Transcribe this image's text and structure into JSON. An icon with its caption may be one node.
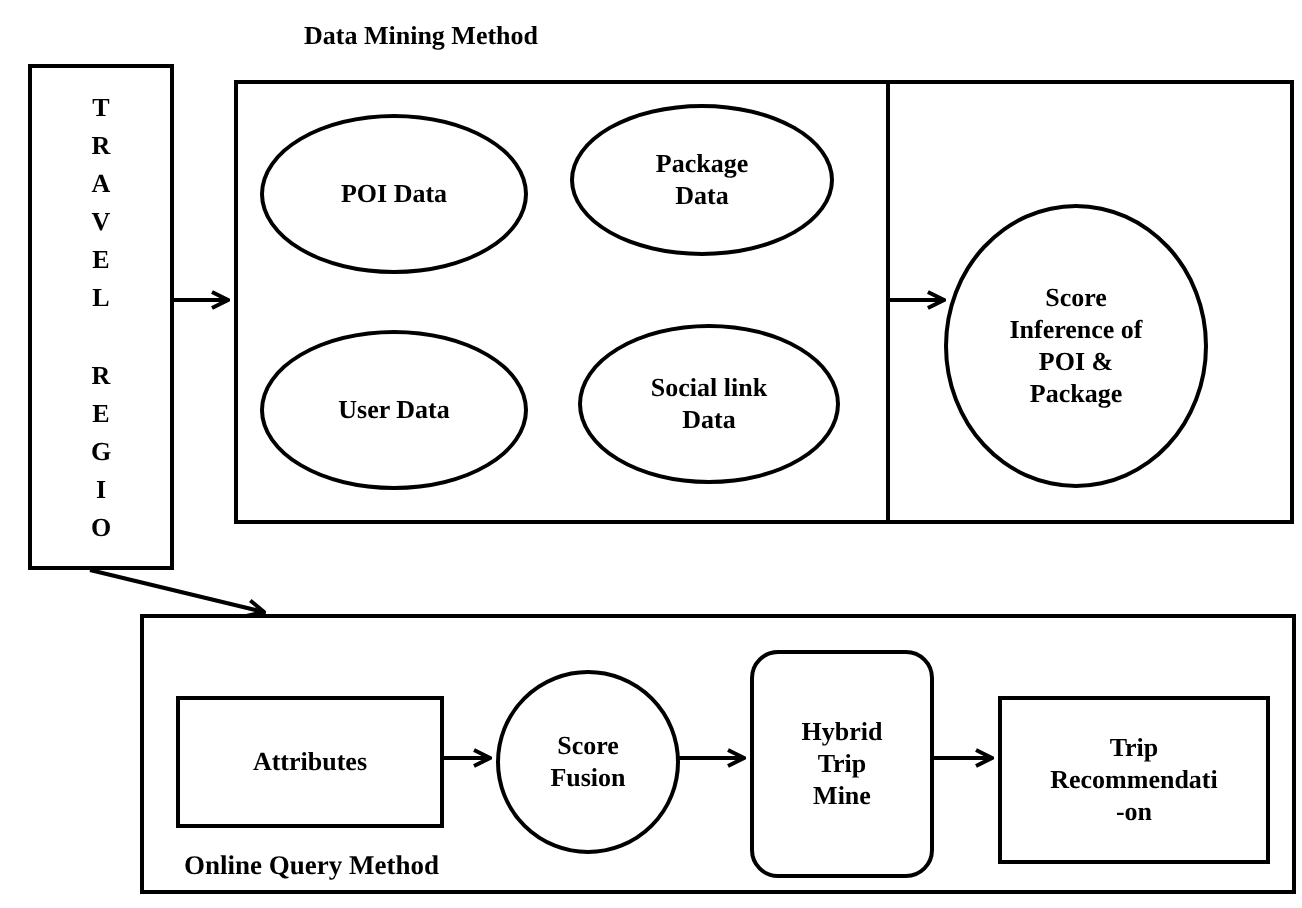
{
  "diagram": {
    "nodes": [
      {
        "text": [
          "TRAVEL REGIO"
        ]
      },
      {
        "text": [
          "Data Mining Method"
        ]
      },
      {
        "text": [],
        "shape": "box",
        "in": 1
      },
      {
        "text": [
          "POI Data"
        ],
        "in": 2
      },
      {
        "text": [
          "Package Data"
        ],
        "in": 2
      },
      {
        "text": [
          "User Data"
        ],
        "in": 2
      },
      {
        "text": [
          "Social link Data"
        ],
        "in": 2
      },
      {
        "text": [
          "Score Inference of POI & Package"
        ],
        "in": 1
      },
      {
        "text": [
          "Online Query Method"
        ]
      },
      {
        "text": [
          "Attributes"
        ],
        "in": 8
      },
      {
        "text": [
          "Score Fusion"
        ],
        "in": 8
      },
      {
        "text": [
          "Hybrid Trip Mine"
        ],
        "in": 8
      },
      {
        "text": [
          "Trip Recommendati -on"
        ],
        "in": 8
      }
    ],
    "edges": [
      {
        "from": 0,
        "to": 2,
        "arrow": "to"
      },
      {
        "from": 2,
        "to": 7,
        "arrow": "to"
      },
      {
        "from": 0,
        "to": 8,
        "arrow": "to"
      },
      {
        "from": 9,
        "to": 10,
        "arrow": "to"
      },
      {
        "from": 10,
        "to": 11,
        "arrow": "to"
      },
      {
        "from": 11,
        "to": 12,
        "arrow": "to"
      }
    ]
  }
}
